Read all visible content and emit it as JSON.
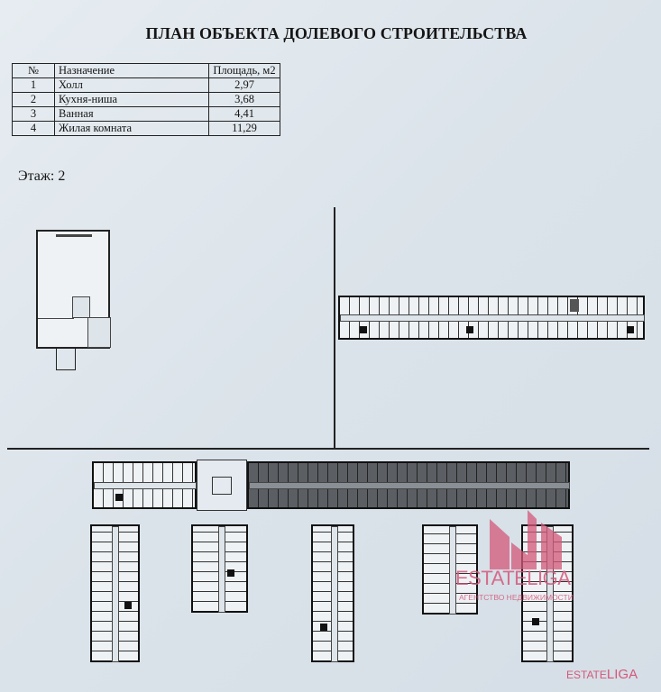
{
  "title": "ПЛАН ОБЪЕКТА ДОЛЕВОГО СТРОИТЕЛЬСТВА",
  "table": {
    "headers": [
      "№",
      "Назначение",
      "Площадь, м2"
    ],
    "rows": [
      {
        "n": "1",
        "name": "Холл",
        "area": "2,97"
      },
      {
        "n": "2",
        "name": "Кухня-ниша",
        "area": "3,68"
      },
      {
        "n": "3",
        "name": "Ванная",
        "area": "4,41"
      },
      {
        "n": "4",
        "name": "Жилая комната",
        "area": "11,29"
      }
    ]
  },
  "floor_label": "Этаж: 2",
  "watermark": {
    "brand": "ESTATELIGA",
    "subtitle": "АГЕНТСТВО НЕДВИЖИМОСТИ",
    "small_left": "ESTATE",
    "small_right": "LIGA",
    "color": "#d4587a"
  }
}
